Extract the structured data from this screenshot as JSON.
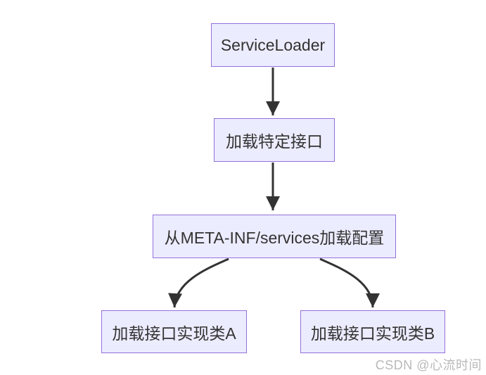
{
  "diagram": {
    "type": "flowchart-top-down",
    "nodes": [
      {
        "id": "serviceloader",
        "label": "ServiceLoader"
      },
      {
        "id": "load-interface",
        "label": "加载特定接口"
      },
      {
        "id": "load-config",
        "label": "从META-INF/services加载配置"
      },
      {
        "id": "impl-a",
        "label": "加载接口实现类A"
      },
      {
        "id": "impl-b",
        "label": "加载接口实现类B"
      }
    ],
    "edges": [
      {
        "from": "ServiceLoader",
        "to": "加载特定接口"
      },
      {
        "from": "加载特定接口",
        "to": "从META-INF/services加载配置"
      },
      {
        "from": "从META-INF/services加载配置",
        "to": "加载接口实现类A"
      },
      {
        "from": "从META-INF/services加载配置",
        "to": "加载接口实现类B"
      }
    ]
  },
  "colors": {
    "background": "#ffffff",
    "node_fill": "#ECECFF",
    "node_border": "#9370DB",
    "node_text": "#333333",
    "arrow": "#333333",
    "watermark": "#b9b9b9"
  },
  "watermark": {
    "text": "CSDN @心流时间"
  }
}
